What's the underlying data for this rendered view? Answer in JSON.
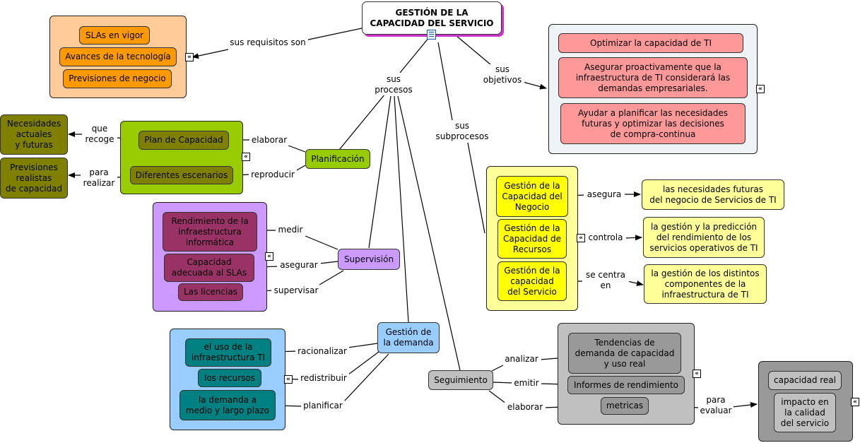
{
  "root": {
    "title": "GESTIÓN DE LA\nCAPACIDAD DEL SERVICIO"
  },
  "links": {
    "requisitos": "sus requisitos son",
    "procesos": "sus\nprocesos",
    "objetivos": "sus\nobjetivos",
    "subprocesos": "sus\nsubprocesos",
    "que_recoge": "que\nrecoge",
    "para_realizar": "para\nrealizar",
    "elaborar_plan": "elaborar",
    "reproducir": "reproducir",
    "medir": "medir",
    "asegurar": "asegurar",
    "supervisar": "supervisar",
    "racionalizar": "racionalizar",
    "redistribuir": "redistribuir",
    "planificar": "planificar",
    "analizar": "analizar",
    "emitir": "emitir",
    "elaborar_seg": "elaborar",
    "para_evaluar": "para\nevaluar",
    "asegura": "asegura",
    "controla": "controla",
    "se_centra_en": "se centra\nen"
  },
  "requisitos": [
    "SLAs en vigor",
    "Avances de la tecnología",
    "Previsiones de negocio"
  ],
  "objetivos": [
    "Optimizar la capacidad de TI",
    "Asegurar proactivamente que la\ninfraestructura de TI considerará las\ndemandas empresariales.",
    "Ayudar a planificar las necesidades\nfuturas y optimizar las decisiones\nde compra-continua"
  ],
  "planificacion": {
    "label": "Planificación",
    "items": [
      "Plan de Capacidad",
      "Diferentes escenarios"
    ],
    "outputs": [
      "Necesidades\nactuales\ny futuras",
      "Previsiones\nrealistas\nde capacidad"
    ]
  },
  "supervision": {
    "label": "Supervisión",
    "items": [
      "Rendimiento  de la\ninfraestructura\ninformática",
      "Capacidad\nadecuada al SLAs",
      "Las licencias"
    ]
  },
  "demanda": {
    "label": "Gestión de\nla demanda",
    "items": [
      "el uso de la\ninfraestructura TI",
      "los recursos",
      "la demanda a\nmedio y largo plazo"
    ]
  },
  "seguimiento": {
    "label": "Seguimiento",
    "items": [
      "Tendencias de\ndemanda de capacidad\ny uso real",
      "Informes de rendimiento",
      "metricas"
    ],
    "evaluar": [
      "capacidad real",
      "impacto en\nla calidad\ndel servicio"
    ]
  },
  "subprocesos": {
    "items": [
      "Gestión de la\nCapacidad del\nNegocio",
      "Gestión de la\nCapacidad de\nRecursos",
      "Gestión de la\ncapacidad\ndel Servicio"
    ],
    "targets": [
      "las necesidades futuras\ndel negocio de Servicios de TI",
      "la gestión y la predicción\ndel rendimiento de los\nservicios operativos de TI",
      "la gestión de los distintos\ncomponentes de la\ninfraestructura de TI"
    ]
  },
  "icons": {
    "expand": "expand-icon",
    "document": "document-icon"
  },
  "colors": {
    "root": "#ff99cc",
    "requisitos": "#ff9900",
    "objetivos": "#ff9999",
    "planificacion": "#99cc00",
    "planOut": "#808000",
    "supervision": "#cc99ff",
    "supItems": "#993366",
    "demanda": "#99ccff",
    "demItems": "#008080",
    "seguimiento": "#c0c0c0",
    "segItems": "#999999",
    "subprocesos": "#ffff00",
    "subTargets": "#ffff99"
  }
}
